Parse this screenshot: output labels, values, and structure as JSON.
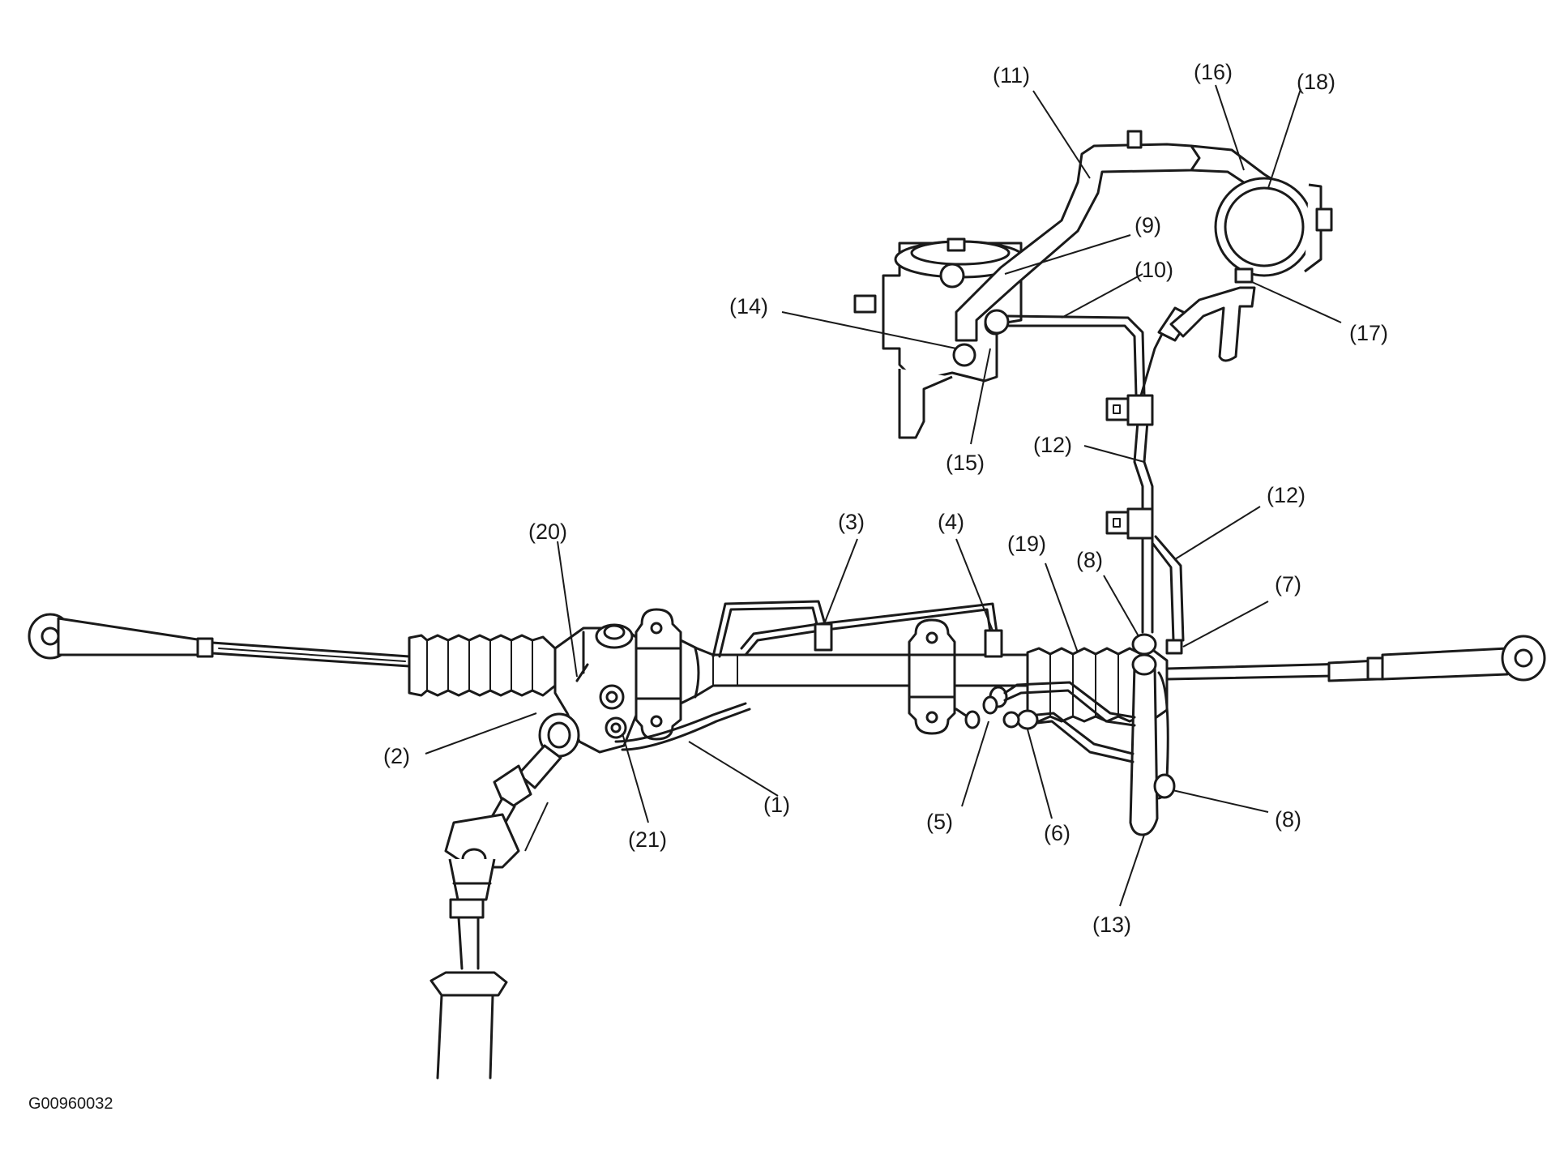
{
  "figure_id": "G00960032",
  "callouts": {
    "c1": "(1)",
    "c2": "(2)",
    "c3": "(3)",
    "c4": "(4)",
    "c5": "(5)",
    "c6": "(6)",
    "c7": "(7)",
    "c8a": "(8)",
    "c8b": "(8)",
    "c9": "(9)",
    "c10": "(10)",
    "c11": "(11)",
    "c12a": "(12)",
    "c12b": "(12)",
    "c13": "(13)",
    "c14": "(14)",
    "c15": "(15)",
    "c16": "(16)",
    "c17": "(17)",
    "c18": "(18)",
    "c19": "(19)",
    "c20": "(20)",
    "c21": "(21)"
  },
  "colors": {
    "line": "#1a1a1a",
    "background": "#ffffff"
  }
}
